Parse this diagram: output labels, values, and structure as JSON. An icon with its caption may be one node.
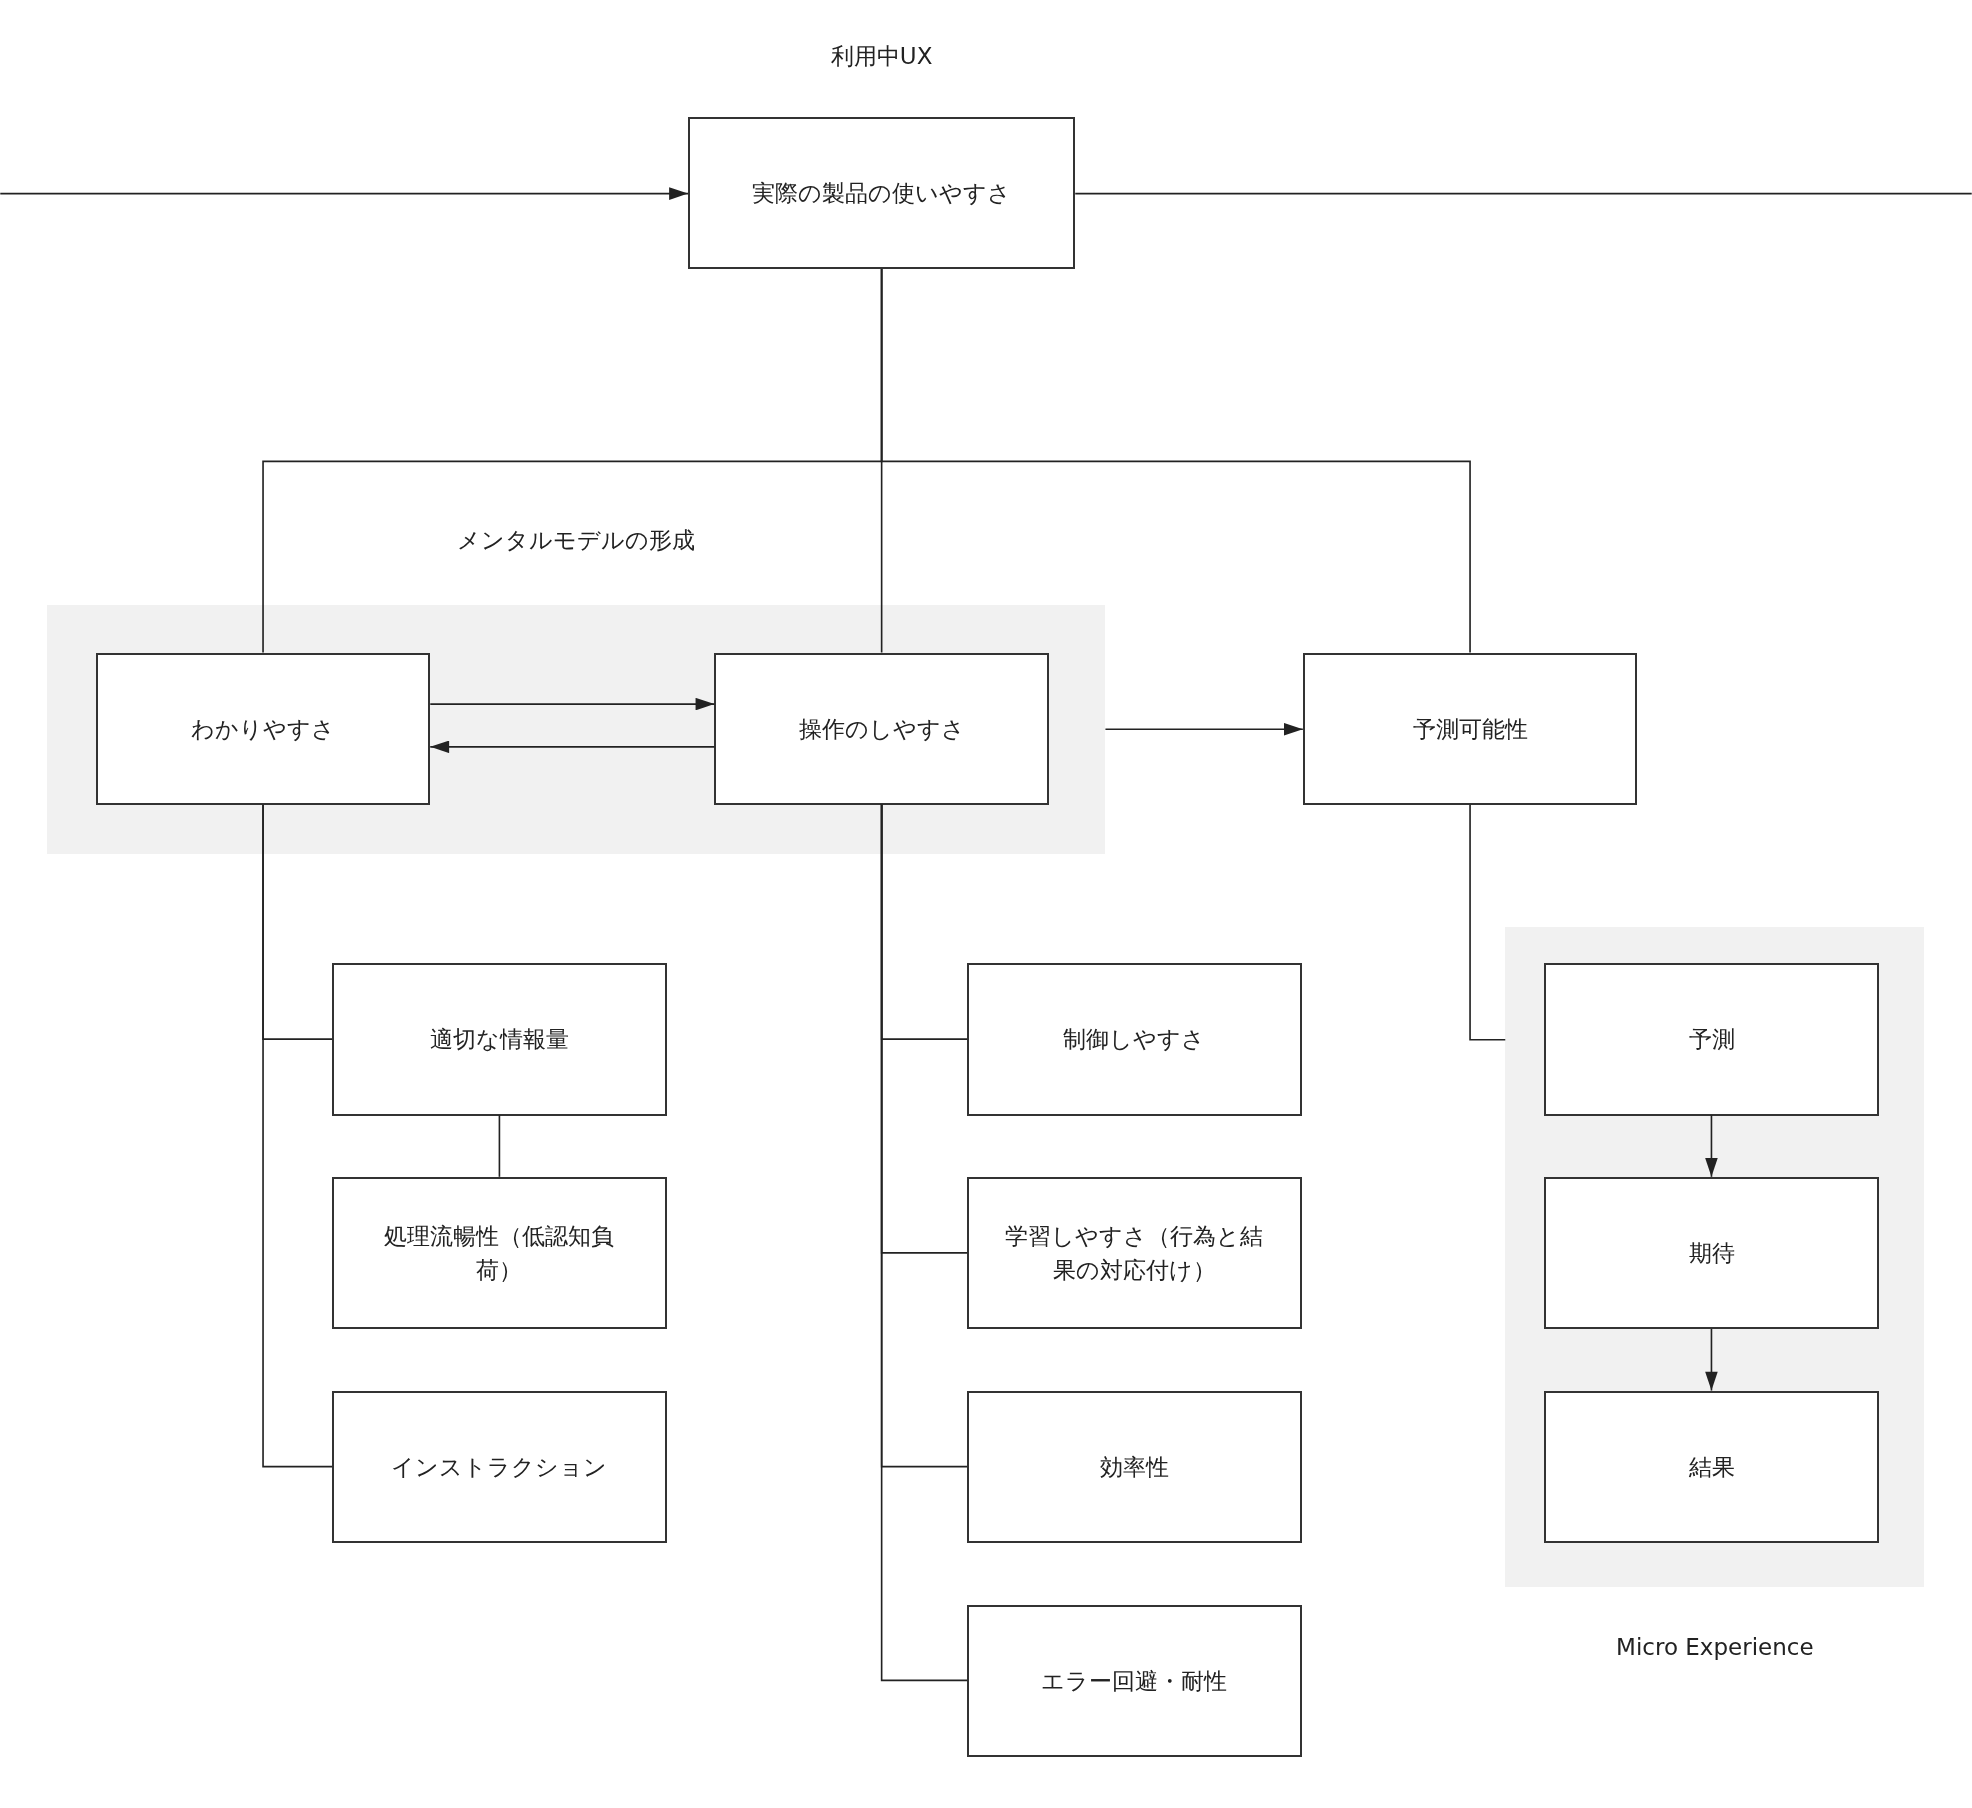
{
  "diagram": {
    "nodes": [
      {
        "text": [
          "実際の製品の使いやすさ"
        ],
        "beside": [
          "利用中UX"
        ]
      },
      {
        "text": [
          "メンタルモデルの形成"
        ]
      },
      {
        "text": [
          "わかりやすさ"
        ],
        "in": 1
      },
      {
        "text": [
          "操作のしやすさ"
        ],
        "in": 1
      },
      {
        "text": [
          "予測可能性"
        ]
      },
      {
        "text": [
          "Micro Experience"
        ]
      },
      {
        "text": [
          "予測"
        ],
        "in": 5
      },
      {
        "text": [
          "期待"
        ],
        "in": 5
      },
      {
        "text": [
          "結果"
        ],
        "in": 5
      },
      {
        "text": [
          "適切な情報量"
        ]
      },
      {
        "text": [
          "処理流暢性（低認知負荷）"
        ]
      },
      {
        "text": [
          "インストラクション"
        ]
      },
      {
        "text": [
          "制御しやすさ"
        ]
      },
      {
        "text": [
          "学習しやすさ（行為と結果の対応付け）"
        ]
      },
      {
        "text": [
          "効率性"
        ]
      },
      {
        "text": [
          "エラー回避・耐性"
        ]
      }
    ],
    "edges": [
      {
        "from": null,
        "to": 0,
        "arrow": "to"
      },
      {
        "from": 0,
        "to": null,
        "arrow": "none"
      },
      {
        "from": 0,
        "to": 2,
        "arrow": "none"
      },
      {
        "from": 0,
        "to": 3,
        "arrow": "none"
      },
      {
        "from": 0,
        "to": 4,
        "arrow": "none"
      },
      {
        "from": 2,
        "to": 3,
        "arrow": "to"
      },
      {
        "from": 3,
        "to": 2,
        "arrow": "to"
      },
      {
        "from": 1,
        "to": 4,
        "arrow": "to"
      },
      {
        "from": 4,
        "to": 5,
        "arrow": "none"
      },
      {
        "from": 6,
        "to": 7,
        "arrow": "to"
      },
      {
        "from": 7,
        "to": 8,
        "arrow": "to"
      },
      {
        "from": 2,
        "to": 9,
        "arrow": "none"
      },
      {
        "from": 2,
        "to": 11,
        "arrow": "none"
      },
      {
        "from": 9,
        "to": 10,
        "arrow": "none"
      },
      {
        "from": 3,
        "to": 12,
        "arrow": "none"
      },
      {
        "from": 3,
        "to": 13,
        "arrow": "none"
      },
      {
        "from": 3,
        "to": 14,
        "arrow": "none"
      },
      {
        "from": 3,
        "to": 15,
        "arrow": "none"
      }
    ]
  }
}
